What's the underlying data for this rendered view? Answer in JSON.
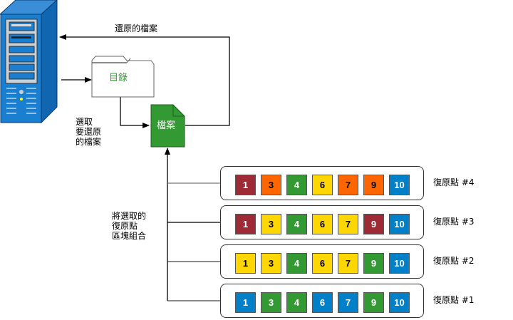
{
  "labels": {
    "restored_file": "還原的檔案",
    "folder": "目錄",
    "file": "檔案",
    "select_files": "選取\n要還原\n的檔案",
    "combine_blocks": "將選取的\n復原點\n區塊組合"
  },
  "colors": {
    "red": "#9e2a35",
    "orange": "#ff6600",
    "green": "#339933",
    "yellow": "#ffd700",
    "blue": "#0080c8",
    "file_green": "#339933",
    "folder_text": "#339933"
  },
  "recovery_points": [
    {
      "label": "復原點 #4",
      "blocks": [
        {
          "n": "1",
          "c": "red"
        },
        {
          "n": "3",
          "c": "orange"
        },
        {
          "n": "4",
          "c": "green"
        },
        {
          "n": "6",
          "c": "yellow"
        },
        {
          "n": "7",
          "c": "orange"
        },
        {
          "n": "9",
          "c": "orange"
        },
        {
          "n": "10",
          "c": "blue"
        }
      ]
    },
    {
      "label": "復原點 #3",
      "blocks": [
        {
          "n": "1",
          "c": "red"
        },
        {
          "n": "3",
          "c": "yellow"
        },
        {
          "n": "4",
          "c": "green"
        },
        {
          "n": "6",
          "c": "yellow"
        },
        {
          "n": "7",
          "c": "yellow"
        },
        {
          "n": "9",
          "c": "red"
        },
        {
          "n": "10",
          "c": "blue"
        }
      ]
    },
    {
      "label": "復原點 #2",
      "blocks": [
        {
          "n": "1",
          "c": "yellow"
        },
        {
          "n": "3",
          "c": "yellow"
        },
        {
          "n": "4",
          "c": "green"
        },
        {
          "n": "6",
          "c": "yellow"
        },
        {
          "n": "7",
          "c": "yellow"
        },
        {
          "n": "9",
          "c": "green"
        },
        {
          "n": "10",
          "c": "blue"
        }
      ]
    },
    {
      "label": "復原點 #1",
      "blocks": [
        {
          "n": "1",
          "c": "blue"
        },
        {
          "n": "3",
          "c": "green"
        },
        {
          "n": "4",
          "c": "green"
        },
        {
          "n": "6",
          "c": "blue"
        },
        {
          "n": "7",
          "c": "blue"
        },
        {
          "n": "9",
          "c": "green"
        },
        {
          "n": "10",
          "c": "blue"
        }
      ]
    }
  ]
}
